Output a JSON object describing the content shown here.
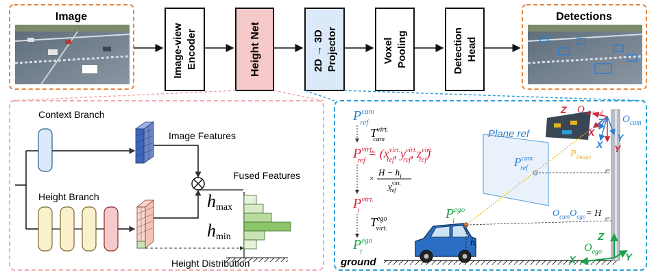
{
  "top_row": {
    "image_title": "Image",
    "encoder_label": "Image-view Encoder",
    "height_net_label": "Height Net",
    "projector_label": "2D → 3D Projector",
    "voxel_label": "Voxel Pooling",
    "head_label": "Detection Head",
    "detections_title": "Detections"
  },
  "height_net_detail": {
    "context_branch": "Context Branch",
    "image_features": "Image Features",
    "height_branch": "Height Branch",
    "fused_features": "Fused Features",
    "h_max": "h",
    "h_max_sub": "max",
    "h_min": "h",
    "h_min_sub": "min",
    "height_distribution": "Height Distribution",
    "multiply_symbol": "⊗"
  },
  "projector_detail": {
    "p_ref_cam": "P",
    "p_ref_cam_sup": "cam",
    "p_ref_cam_sub": "ref",
    "t_cam_virt": "T",
    "t_cam_virt_sup": "virt.",
    "t_cam_virt_sub": "cam",
    "p_ref_virt": "P",
    "p_ref_virt_sup": "virt.",
    "p_ref_virt_sub": "ref",
    "p_ref_virt_eq": "= (x",
    "scale_fraction_num": "H − h",
    "scale_fraction_den": "y",
    "scale_prefix": "×",
    "p_i_virt": "P",
    "p_i_virt_sup": "virt.",
    "p_i_virt_sub": "i",
    "t_virt_ego": "T",
    "t_virt_ego_sup": "ego",
    "t_virt_ego_sub": "virt.",
    "p_i_ego": "P",
    "p_i_ego_sup": "ego",
    "p_i_ego_sub": "i",
    "plane_ref": "Plane ref",
    "o_virtual": "O",
    "o_virtual_sub": "virtual",
    "o_cam": "O",
    "o_cam_sub": "cam",
    "p_image": "P",
    "p_image_sub": "image",
    "ocam_oego": "O",
    "ocam_oego_eq": "= H",
    "o_ego": "O",
    "o_ego_sub": "ego",
    "h_i": "h",
    "h_i_sub": "i",
    "ground": "ground",
    "axis_x": "X",
    "axis_y": "Y",
    "axis_z": "Z"
  },
  "colors": {
    "orange_dash": "#e8843a",
    "pink_fill": "#f6c9cb",
    "pink_stroke": "#d9534f",
    "blue_fill": "#dbe9f8",
    "blue_dash": "#2a9fd8",
    "green": "#1aa24a",
    "red": "#d0263a",
    "blue_text": "#2a7fd0",
    "yellow": "#e6b422"
  }
}
